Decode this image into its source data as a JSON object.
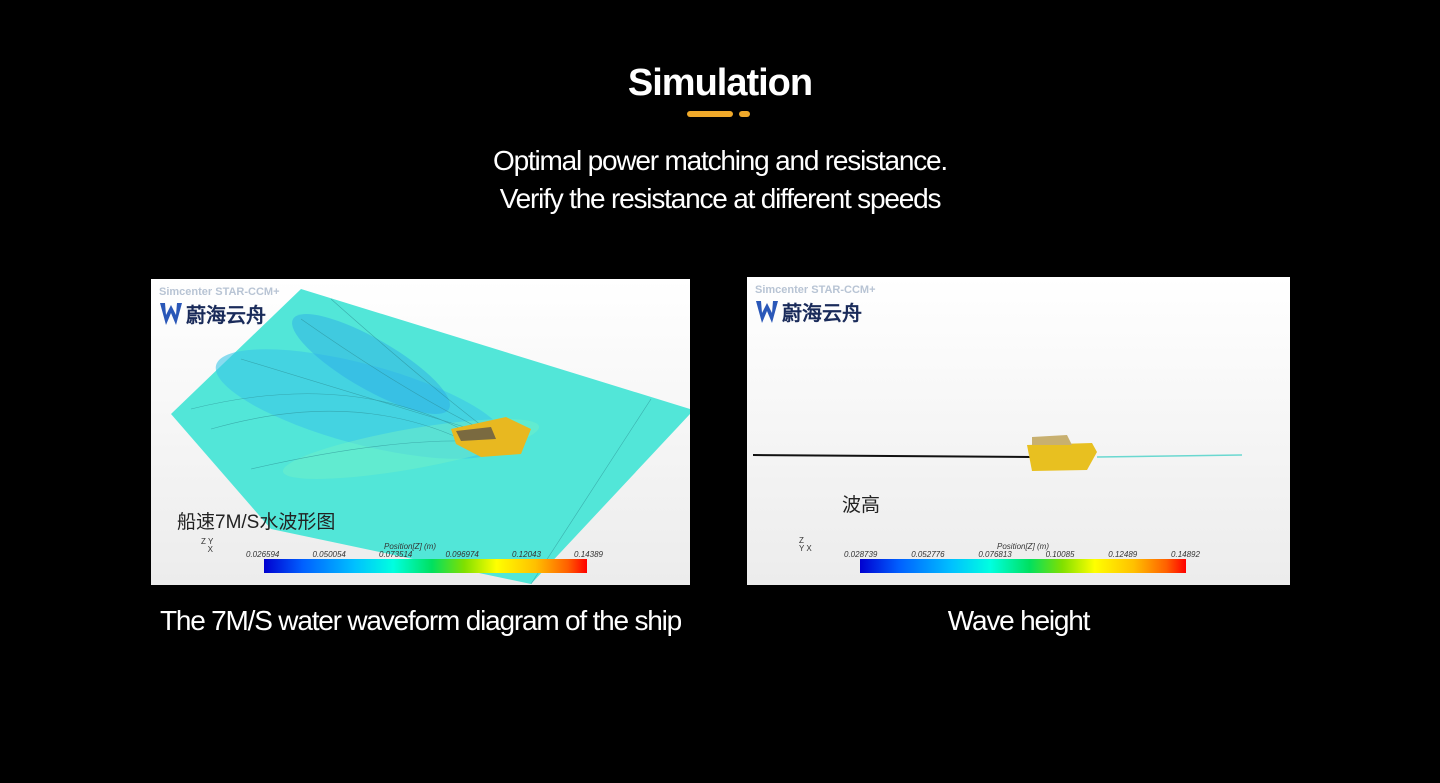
{
  "header": {
    "title": "Simulation",
    "subtitle_line1": "Optimal power matching and resistance.",
    "subtitle_line2": "Verify the resistance at different speeds"
  },
  "panels": [
    {
      "brand": "Simcenter STAR-CCM+",
      "logo_text": "蔚海云舟",
      "overlay_text": "船速7M/S水波形图",
      "legend_title": "Position[Z] (m)",
      "legend_ticks": [
        "0.026594",
        "0.050054",
        "0.073514",
        "0.096974",
        "0.12043",
        "0.14389"
      ],
      "caption": "The 7M/S water waveform diagram of the ship"
    },
    {
      "brand": "Simcenter STAR-CCM+",
      "logo_text": "蔚海云舟",
      "overlay_text": "波高",
      "legend_title": "Position[Z] (m)",
      "legend_ticks": [
        "0.028739",
        "0.052776",
        "0.076813",
        "0.10085",
        "0.12489",
        "0.14892"
      ],
      "caption": "Wave height"
    }
  ],
  "colors": {
    "accent": "#f0a92a"
  }
}
